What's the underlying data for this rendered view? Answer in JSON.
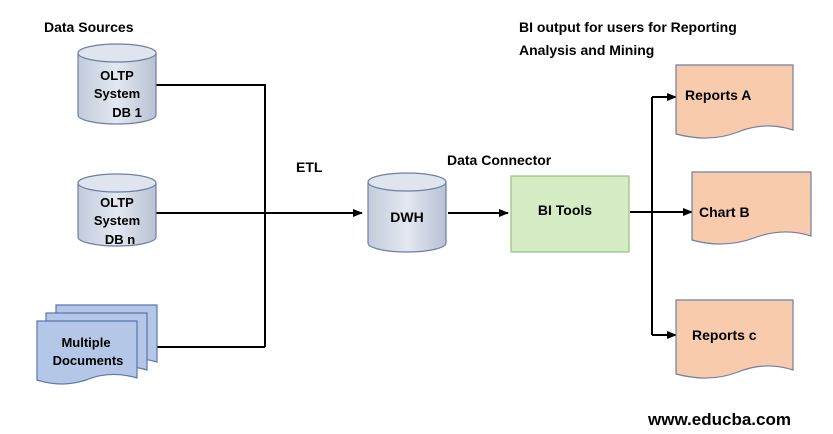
{
  "headings": {
    "data_sources": "Data Sources",
    "bi_output_line1": "BI output for users for Reporting",
    "bi_output_line2": "Analysis and Mining",
    "etl": "ETL",
    "data_connector": "Data Connector"
  },
  "sources": {
    "db1": [
      "OLTP",
      "System",
      "DB 1"
    ],
    "dbn": [
      "OLTP",
      "System",
      "DB n"
    ],
    "documents": [
      "Multiple",
      "Documents"
    ]
  },
  "dwh": "DWH",
  "bi_tools": "BI Tools",
  "outputs": {
    "reports_a": "Reports A",
    "chart_b": "Chart B",
    "reports_c": "Reports c"
  },
  "watermark": "www.educba.com",
  "colors": {
    "cylinder_fill": "#d0d8e8",
    "cylinder_stroke": "#6d7fa3",
    "document_fill": "#b4c7e7",
    "document_stroke": "#5b77b0",
    "bi_tools_fill": "#d5ecc5",
    "bi_tools_stroke": "#9cbf7e",
    "output_fill": "#f8cbad",
    "output_stroke": "#6d7fa3",
    "connector": "#000000"
  }
}
